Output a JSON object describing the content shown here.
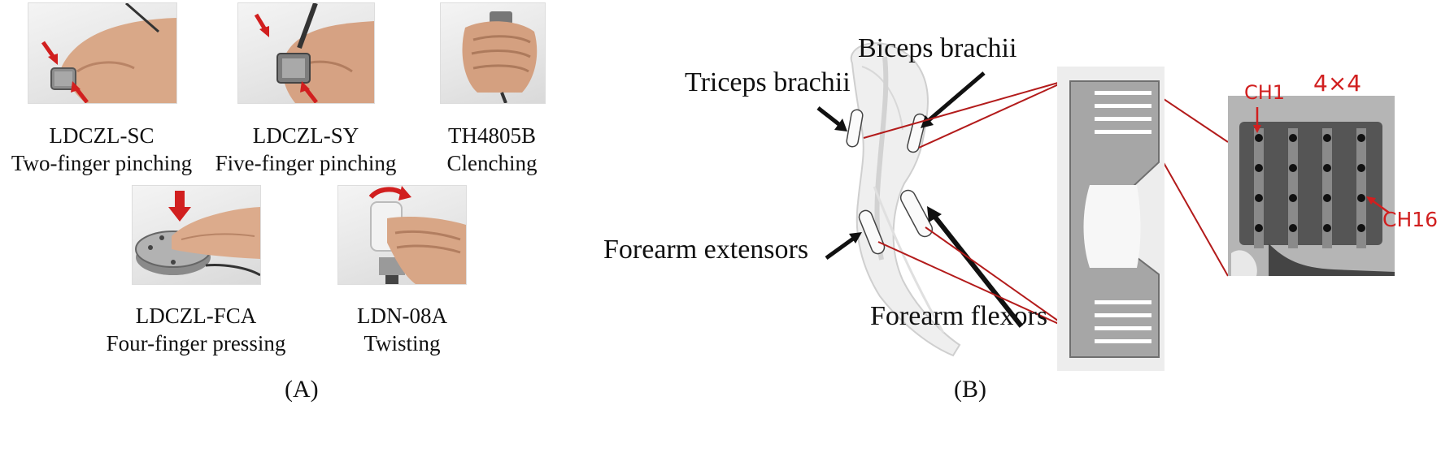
{
  "panelA": {
    "label": "(A)",
    "items": [
      {
        "model": "LDCZL-SC",
        "action": "Two-finger pinching"
      },
      {
        "model": "LDCZL-SY",
        "action": "Five-finger pinching"
      },
      {
        "model": "TH4805B",
        "action": "Clenching"
      },
      {
        "model": "LDCZL-FCA",
        "action": "Four-finger pressing"
      },
      {
        "model": "LDN-08A",
        "action": "Twisting"
      }
    ]
  },
  "panelB": {
    "label": "(B)",
    "muscles": {
      "triceps": "Triceps brachii",
      "biceps": "Biceps brachii",
      "extensors": "Forearm extensors",
      "flexors": "Forearm flexors"
    },
    "electrode": {
      "grid": "4×4",
      "ch_first": "CH1",
      "ch_last": "CH16"
    }
  },
  "colors": {
    "arrow_red": "#d11f1f",
    "line_red": "#b31b1b",
    "arrow_black": "#111111"
  }
}
